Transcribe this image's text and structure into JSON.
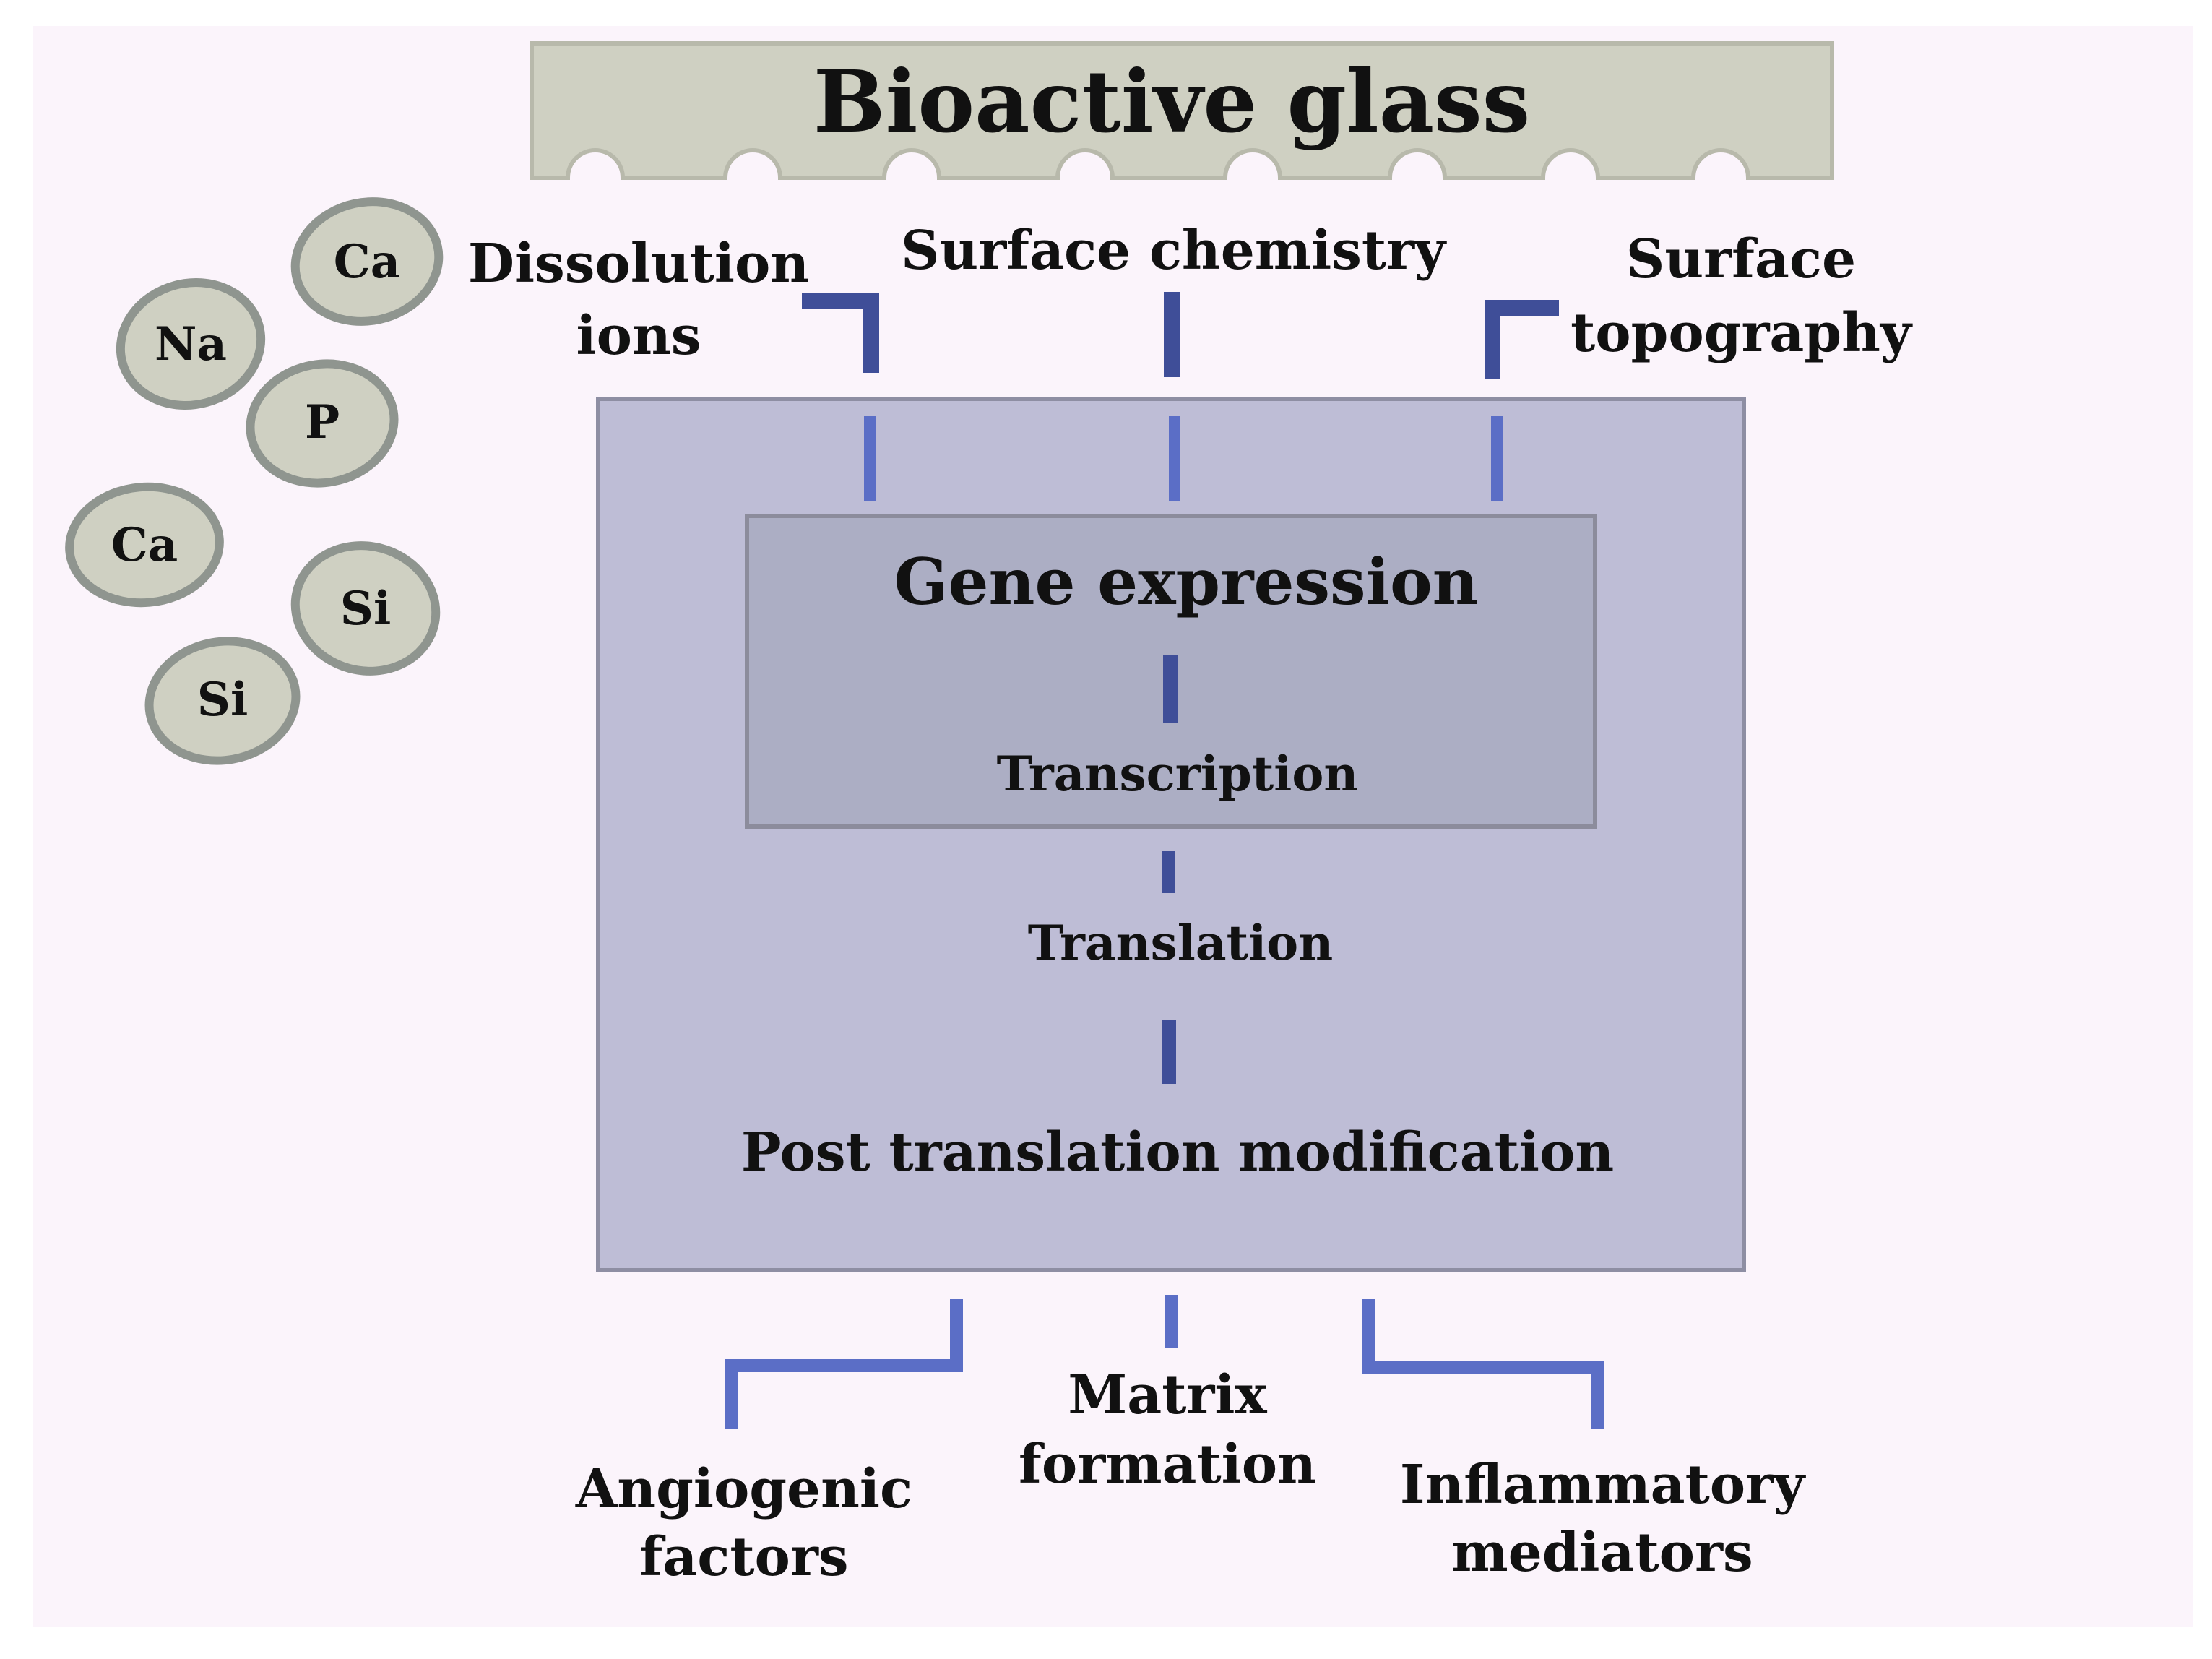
{
  "colors": {
    "background": "#fbf4fb",
    "glass_bar": "#cfd0c2",
    "glass_border": "#b8b9ab",
    "outer_box": "#bebdd6",
    "outer_box_border": "#8e8ea3",
    "inner_box": "#acaec4",
    "inner_box_border": "#8c8c9c",
    "ion_fill": "#cfd0c2",
    "ion_border": "#8f958f",
    "connector_dark": "#3f4e98",
    "connector_light": "#5b6ec6"
  },
  "header": {
    "title": "Bioactive glass"
  },
  "inputs": {
    "dissolution_line1": "Dissolution",
    "dissolution_line2": "ions",
    "surface_chemistry": "Surface chemistry",
    "topography_line1": "Surface",
    "topography_line2": "topography"
  },
  "ions": [
    "Ca",
    "Na",
    "P",
    "Ca",
    "Si",
    "Si"
  ],
  "gene_expression": {
    "title": "Gene expression",
    "transcription": "Transcription"
  },
  "steps": {
    "translation": "Translation",
    "post_translation": "Post translation modification"
  },
  "outputs": {
    "angiogenic_line1": "Angiogenic",
    "angiogenic_line2": "factors",
    "matrix_line1": "Matrix",
    "matrix_line2": "formation",
    "inflammatory_line1": "Inflammatory",
    "inflammatory_line2": "mediators"
  }
}
